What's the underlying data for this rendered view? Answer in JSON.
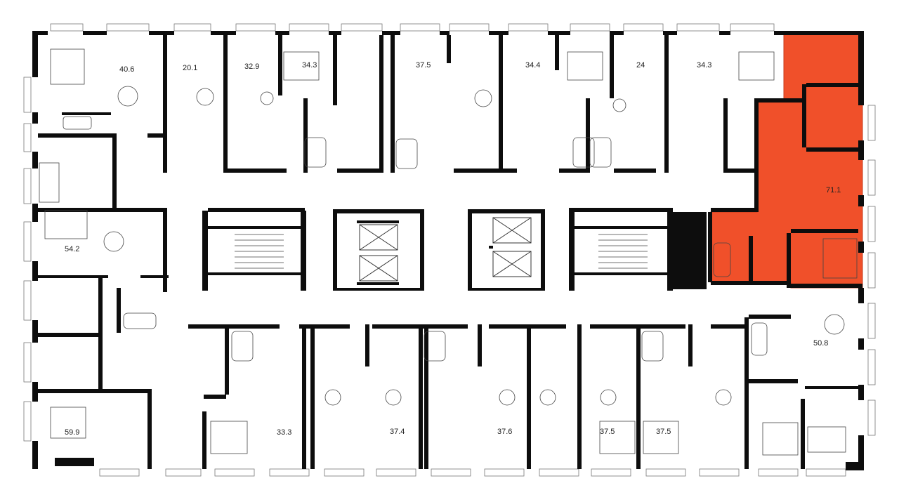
{
  "floor_plan": {
    "highlight_color": "#f0502a",
    "apartments": [
      {
        "id": "apt-40-6",
        "area": "40.6"
      },
      {
        "id": "apt-20-1",
        "area": "20.1"
      },
      {
        "id": "apt-32-9",
        "area": "32.9"
      },
      {
        "id": "apt-34-3-a",
        "area": "34.3"
      },
      {
        "id": "apt-37-5-top",
        "area": "37.5"
      },
      {
        "id": "apt-34-4",
        "area": "34.4"
      },
      {
        "id": "apt-24",
        "area": "24"
      },
      {
        "id": "apt-34-3-b",
        "area": "34.3"
      },
      {
        "id": "apt-71-1",
        "area": "71.1",
        "highlighted": true
      },
      {
        "id": "apt-54-2",
        "area": "54.2"
      },
      {
        "id": "apt-50-8",
        "area": "50.8"
      },
      {
        "id": "apt-59-9",
        "area": "59.9"
      },
      {
        "id": "apt-33-3",
        "area": "33.3"
      },
      {
        "id": "apt-37-4",
        "area": "37.4"
      },
      {
        "id": "apt-37-6",
        "area": "37.6"
      },
      {
        "id": "apt-37-5-b1",
        "area": "37.5"
      },
      {
        "id": "apt-37-5-b2",
        "area": "37.5"
      }
    ]
  }
}
